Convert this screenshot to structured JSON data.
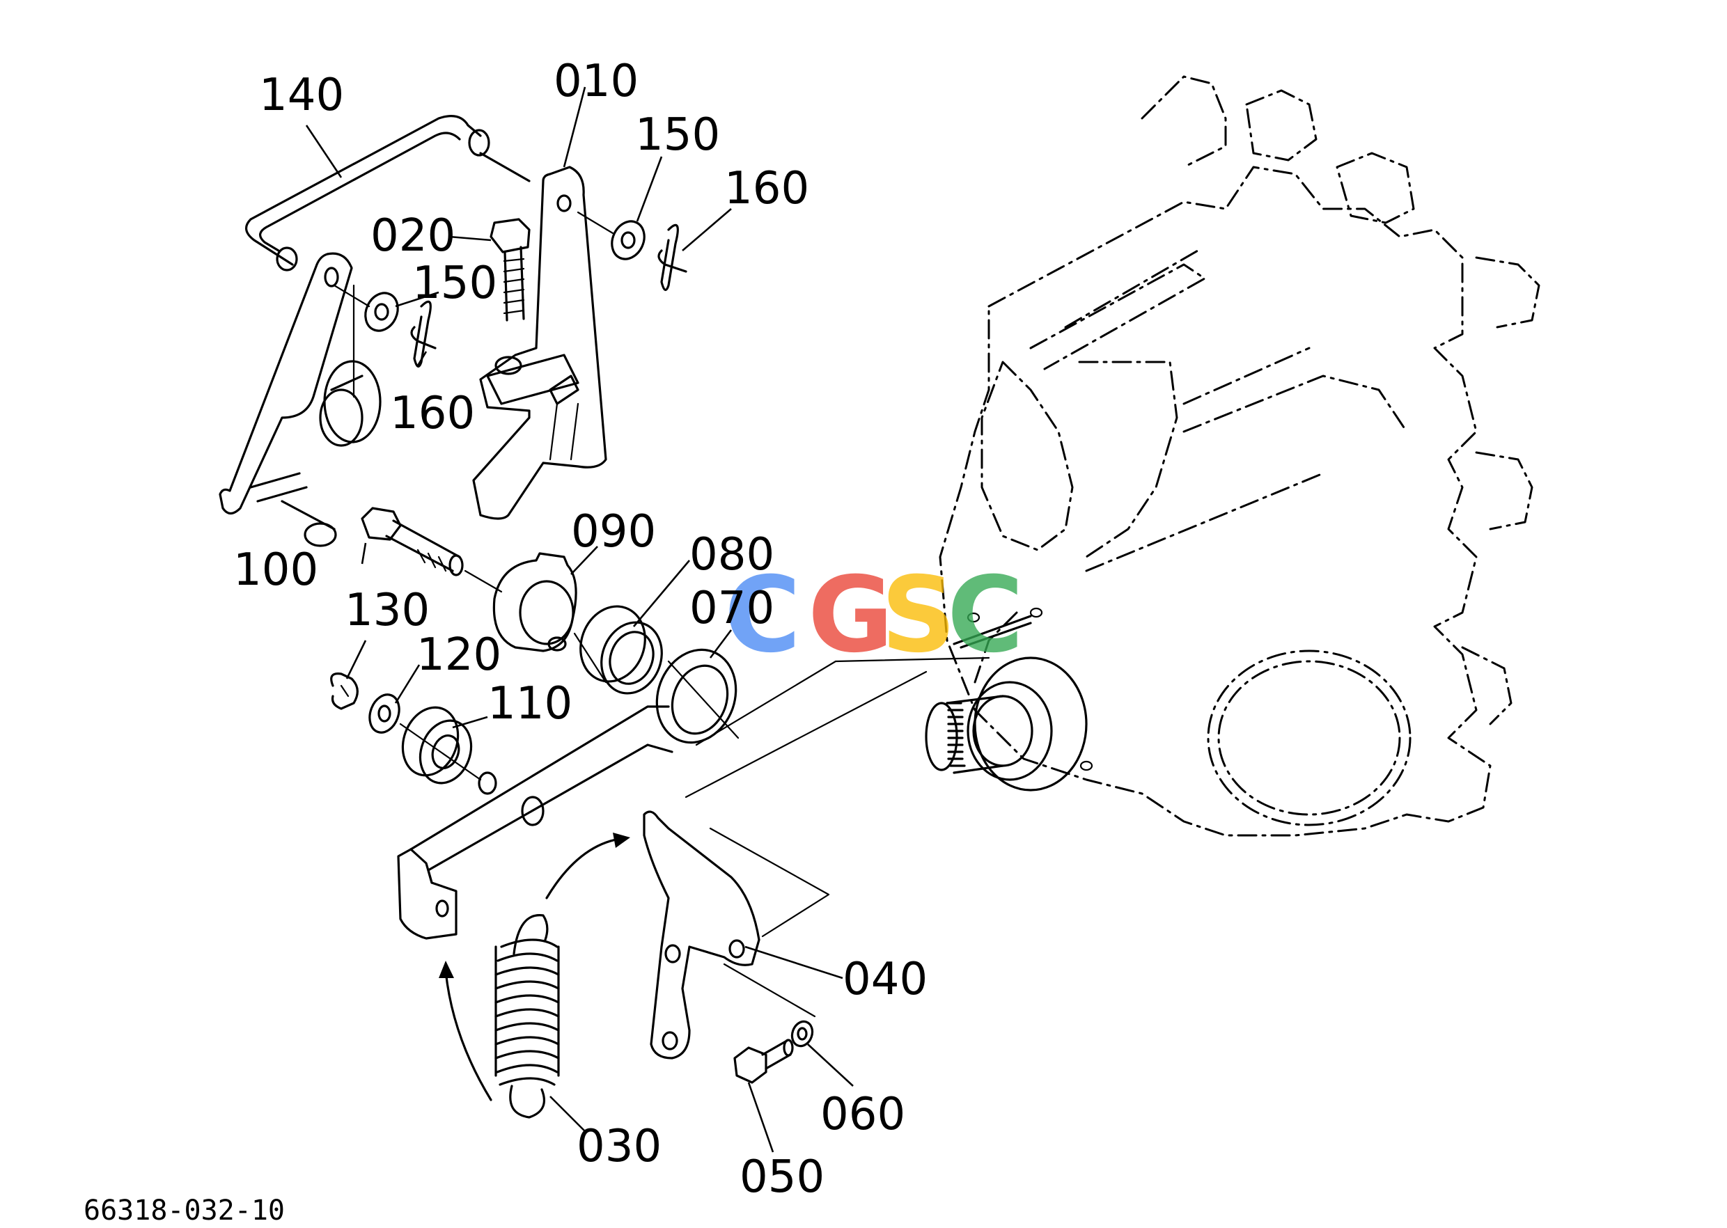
{
  "drawing_code": "66318-032-10",
  "watermark": {
    "letters": [
      "C",
      "G",
      "S",
      "C"
    ],
    "colors": [
      "#4a8af4",
      "#ea4335",
      "#fbbc05",
      "#34a853"
    ]
  },
  "callouts": [
    {
      "id": "140",
      "text": "140"
    },
    {
      "id": "010",
      "text": "010"
    },
    {
      "id": "150a",
      "text": "150"
    },
    {
      "id": "160a",
      "text": "160"
    },
    {
      "id": "020",
      "text": "020"
    },
    {
      "id": "150b",
      "text": "150"
    },
    {
      "id": "160b",
      "text": "160"
    },
    {
      "id": "090",
      "text": "090"
    },
    {
      "id": "080",
      "text": "080"
    },
    {
      "id": "100",
      "text": "100"
    },
    {
      "id": "070",
      "text": "070"
    },
    {
      "id": "130",
      "text": "130"
    },
    {
      "id": "120",
      "text": "120"
    },
    {
      "id": "110",
      "text": "110"
    },
    {
      "id": "040",
      "text": "040"
    },
    {
      "id": "060",
      "text": "060"
    },
    {
      "id": "030",
      "text": "030"
    },
    {
      "id": "050",
      "text": "050"
    }
  ]
}
